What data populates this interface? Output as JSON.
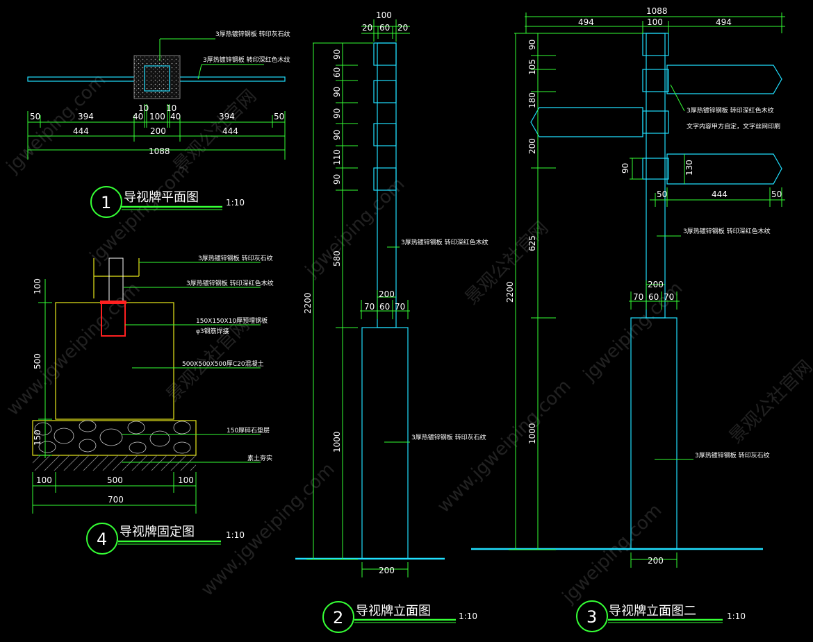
{
  "colors": {
    "background": "#000000",
    "dimension": "#35ff35",
    "outline": "#20e0ff",
    "foundation": "#e8e81a",
    "rebar": "#ff2020",
    "text": "#ffffff"
  },
  "watermarks": [
    "jgweiping.com",
    "景观公社官网",
    "www.jgweiping.com"
  ],
  "plan": {
    "number": "1",
    "title": "导视牌平面图",
    "scale": "1:10",
    "note1": "3厚热镀锌钢板  转印灰石纹",
    "note2": "3厚热镀锌钢板  转印深红色木纹",
    "dims": {
      "d50a": "50",
      "d394a": "394",
      "d40a": "40",
      "d10a": "10",
      "d100": "100",
      "d10b": "10",
      "d40b": "40",
      "d394b": "394",
      "d50b": "50",
      "d444a": "444",
      "d200": "200",
      "d444b": "444",
      "d1088": "1088"
    }
  },
  "fixing": {
    "number": "4",
    "title": "导视牌固定图",
    "scale": "1:10",
    "notes": [
      "3厚热镀锌钢板  转印灰石纹",
      "3厚热镀锌钢板  转印深红色木纹",
      "150X150X10厚预埋钢板",
      "φ3钢筋焊接",
      "500X500X500厚C20混凝土",
      "150厚碎石垫层",
      "素土夯实"
    ],
    "dims": {
      "d100v": "100",
      "d500v": "500",
      "d150v": "150",
      "d100a": "100",
      "d500": "500",
      "d100b": "100",
      "d700": "700"
    }
  },
  "elev1": {
    "number": "2",
    "title": "导视牌立面图",
    "scale": "1:10",
    "note_wood": "3厚热镀锌钢板  转印深红色木纹",
    "note_stone": "3厚热镀锌钢板  转印灰石纹",
    "top": {
      "d100": "100",
      "d20a": "20",
      "d60": "60",
      "d20b": "20"
    },
    "vert": [
      "90",
      "60",
      "90",
      "90",
      "90",
      "110",
      "90",
      "580",
      "1000"
    ],
    "total": "2200",
    "mid": {
      "d200": "200",
      "d70a": "70",
      "d60": "60",
      "d70b": "70"
    },
    "bottom": "200"
  },
  "elev2": {
    "number": "3",
    "title": "导视牌立面图二",
    "scale": "1:10",
    "top": {
      "d1088": "1088",
      "d494a": "494",
      "d100": "100",
      "d494b": "494"
    },
    "vert": [
      "90",
      "105",
      "180",
      "200",
      "625",
      "1000"
    ],
    "total": "2200",
    "note_wood": "3厚热镀锌钢板  转印深红色木纹",
    "note_text": "文字内容甲方自定，文字丝网印刷",
    "d90": "90",
    "d130": "130",
    "arm": {
      "d50a": "50",
      "d444": "444",
      "d50b": "50"
    },
    "note_wood2": "3厚热镀锌钢板  转印深红色木纹",
    "mid": {
      "d200": "200",
      "d70a": "70",
      "d60": "60",
      "d70b": "70"
    },
    "note_stone": "3厚热镀锌钢板  转印灰石纹",
    "bottom": "200"
  }
}
